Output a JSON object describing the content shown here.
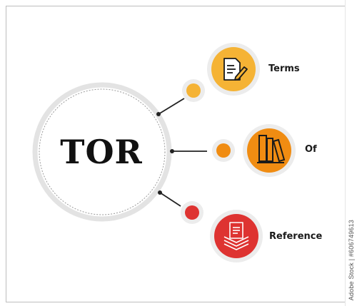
{
  "center": {
    "title": "TOR"
  },
  "items": [
    {
      "label": "Terms",
      "color": "#f5b335",
      "icon": "document-pen-icon"
    },
    {
      "label": "Of",
      "color": "#f08c12",
      "icon": "books-icon"
    },
    {
      "label": "Reference",
      "color": "#de3331",
      "icon": "reference-book-stack-icon"
    }
  ],
  "stock_id": "Adobe Stock | #606749613"
}
